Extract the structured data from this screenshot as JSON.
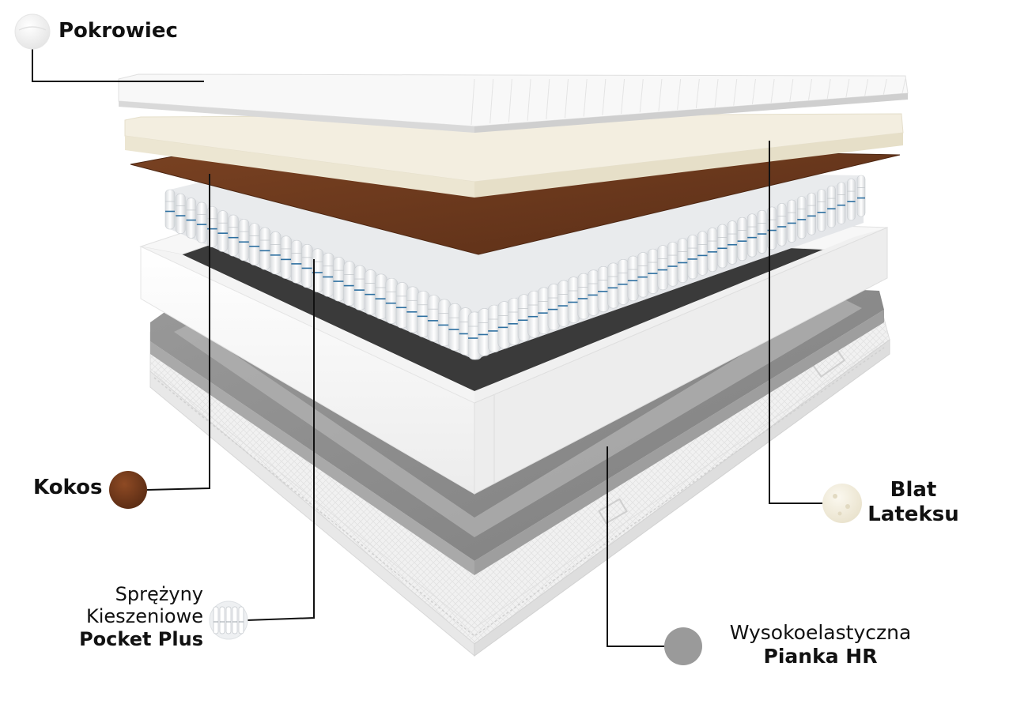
{
  "labels": {
    "cover": {
      "text": "Pokrowiec",
      "swatch_color": "#f4f4f4"
    },
    "coconut": {
      "text": "Kokos",
      "swatch_color": "#7a3b1c"
    },
    "springs": {
      "line1": "Sprężyny",
      "line2": "Kieszeniowe",
      "line3": "Pocket Plus",
      "swatch_color": "#e6e8ea"
    },
    "latex": {
      "line1": "Blat",
      "line2": "Lateksu",
      "swatch_color": "#f3efe2"
    },
    "hr_foam": {
      "line1": "Wysokoelastyczna",
      "line2": "Pianka HR",
      "swatch_color": "#9a9a9a"
    }
  },
  "colors": {
    "cover": "#f6f6f6",
    "latex": "#f1ecdc",
    "coconut": "#6b3a20",
    "spring": "#eef0f2",
    "spring_stripe": "#2d6fa0",
    "frame": "#fbfbfb",
    "foam": "#8d8d8d",
    "base": "#f2f2f2",
    "leader": "#111111"
  }
}
